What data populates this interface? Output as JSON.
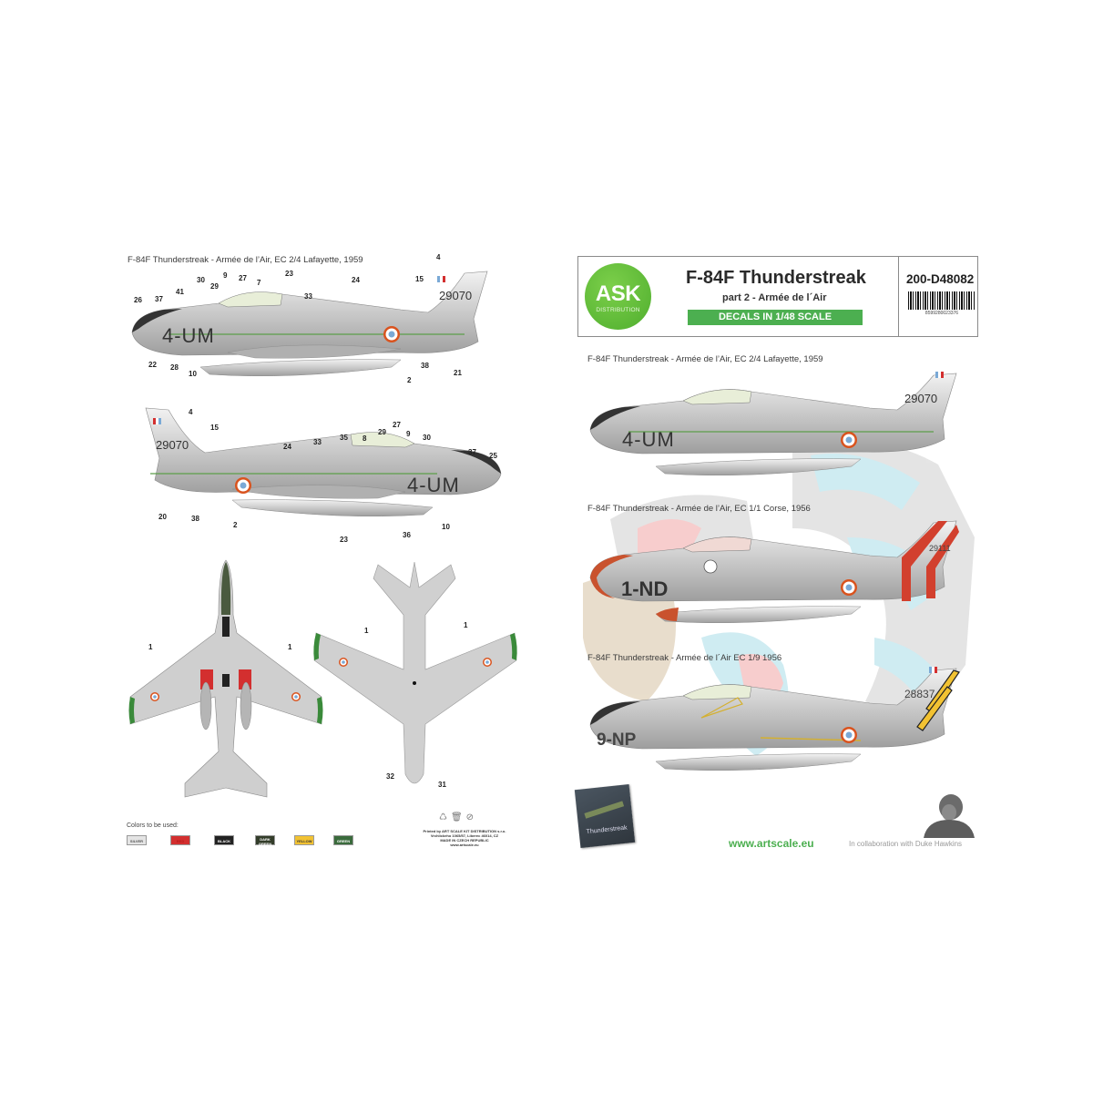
{
  "left_panel": {
    "profile_caption": "F-84F Thunderstreak - Armée de l’Air, EC 2/4 Lafayette, 1959",
    "left_profile": {
      "fuselage_code": "4-UM",
      "tail_serial": "29070",
      "callouts": [
        "26",
        "37",
        "41",
        "30",
        "29",
        "9",
        "27",
        "7",
        "23",
        "33",
        "24",
        "4",
        "15",
        "22",
        "28",
        "10",
        "2",
        "38",
        "21"
      ]
    },
    "right_profile": {
      "fuselage_code": "4-UM",
      "tail_serial": "29070",
      "callouts": [
        "4",
        "15",
        "24",
        "33",
        "35",
        "8",
        "29",
        "27",
        "9",
        "30",
        "37",
        "25",
        "20",
        "38",
        "2",
        "23",
        "36",
        "10"
      ]
    },
    "top_view": {
      "callouts": [
        "1",
        "1"
      ]
    },
    "bottom_view": {
      "callouts": [
        "1",
        "1",
        "32",
        "31"
      ]
    },
    "colors_label": "Colors to be used:",
    "swatches": [
      {
        "label": "SILVER",
        "color": "#e4e4e4",
        "text": "#555555"
      },
      {
        "label": "RED",
        "color": "#d32f2f",
        "text": "#b71c1c"
      },
      {
        "label": "BLACK",
        "color": "#222222",
        "text": "#ffffff"
      },
      {
        "label": "DARK GREEN",
        "color": "#333d2a",
        "text": "#ffffff"
      },
      {
        "label": "YELLOW",
        "color": "#f2c232",
        "text": "#333333"
      },
      {
        "label": "GREEN",
        "color": "#3a6b3c",
        "text": "#ffffff"
      }
    ],
    "printer_note": {
      "line1": "Printed by ART SCALE KIT DISTRIBUTION s.r.o.",
      "line2": "Vrchlickeho 1065/57, Liberec 46014, CZ",
      "line3": "MADE IN CZECH REPUBLIC",
      "line4": "www.artscale.eu"
    }
  },
  "header": {
    "logo_text": "ASK",
    "logo_sub": "DISTRIBUTION",
    "title": "F-84F Thunderstreak",
    "subtitle": "part 2 - Armée de l´Air",
    "scale_badge": "DECALS IN 1/48 SCALE",
    "product_code": "200-D48082",
    "barcode_number": "8599280023376",
    "brand_color": "#4caf50"
  },
  "right_panel": {
    "profiles": [
      {
        "caption": "F-84F Thunderstreak - Armée de l’Air, EC 2/4 Lafayette, 1959",
        "code": "4-UM",
        "serial": "29070"
      },
      {
        "caption": "F-84F Thunderstreak - Armée de l’Air, EC 1/1 Corse, 1956",
        "code": "1-ND",
        "serial": "29111"
      },
      {
        "caption": "F-84F Thunderstreak - Armée de l´Air EC 1/9 1956",
        "code": "9-NP",
        "serial": "28837"
      }
    ],
    "book_title": "Thunderstreak",
    "website": "www.artscale.eu",
    "collab": "In collaboration with Duke Hawkins"
  }
}
